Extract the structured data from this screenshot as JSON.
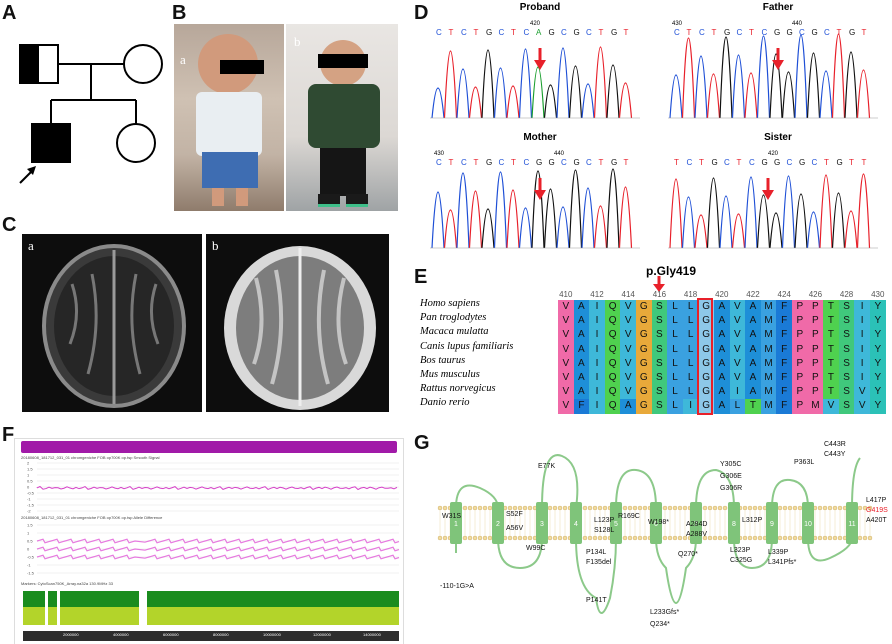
{
  "panel_labels": {
    "A": "A",
    "B": "B",
    "C": "C",
    "D": "D",
    "E": "E",
    "F": "F",
    "G": "G"
  },
  "panel_b": {
    "sub_a": "a",
    "sub_b": "b"
  },
  "panel_c": {
    "sub_a": "a",
    "sub_b": "b"
  },
  "panel_d": {
    "chromatograms": [
      {
        "title": "Proband",
        "seq": "CTCTGCTCAGCGCTGT",
        "pos": "420"
      },
      {
        "title": "Father",
        "seq": "CTCTGCTCGGCGCTGT",
        "pos1": "430",
        "pos2": "440"
      },
      {
        "title": "Mother",
        "seq": "CTCTGCTCGGCGCTGT",
        "pos1": "430",
        "pos2": "440"
      },
      {
        "title": "Sister",
        "seq": "TCTGCTCGGCGCTGTT",
        "pos": "420"
      }
    ]
  },
  "panel_e": {
    "mutation": "p.Gly419",
    "positions": [
      "410",
      "412",
      "414",
      "416",
      "418",
      "420",
      "422",
      "424",
      "426",
      "428",
      "430"
    ],
    "species": [
      "Homo sapiens",
      "Pan troglodytes",
      "Macaca mulatta",
      "Canis lupus familiaris",
      "Bos taurus",
      "Mus musculus",
      "Rattus norvegicus",
      "Danio rerio"
    ],
    "sequences": [
      "VAIQVGSLLGAVAMFPPTSIY",
      "VAIQVGSLLGAVAMFPPTSIY",
      "VAIQVGSLLGAVAMFPPTSIY",
      "VAIQVGSLLGAVAMFPPTSIY",
      "VAIQVGSLLGAVAMFPPTSIY",
      "VAIQVGSLLGAVAMFPPTSIY",
      "VAIQVGSLLGAIAMFPPTSVY",
      "VFIQAGSLIGALTMFPMVSVY"
    ]
  },
  "panel_f": {
    "track1_label": "20180608_181712_031_01 chromgeniche FOB op700K op.tsp Smooth Signal",
    "track2_label": "20180608_181712_031_01 chromgeniche FOB op700K op.tsp Allele Difference",
    "footer": "Markers: CytoScan750K_Array.na32a  130.9MHz 33",
    "y1": [
      "2",
      "1.5",
      "1",
      "0.5",
      "0",
      "-0.5",
      "-1",
      "-1.5",
      "-2"
    ],
    "y2": [
      "1.5",
      "1",
      "0.5",
      "0",
      "-0.5",
      "-1",
      "-1.5"
    ],
    "ruler": [
      "2000000",
      "4000000",
      "6000000",
      "8000000",
      "10000000",
      "12000000",
      "14000000"
    ]
  },
  "panel_g": {
    "tm_numbers": [
      "1",
      "2",
      "3",
      "4",
      "5",
      "6",
      "7",
      "8",
      "9",
      "10",
      "11"
    ],
    "variants": {
      "W31S": "W31S",
      "S52F": "S52F",
      "A56V": "A56V",
      "W99C": "W99C",
      "E77K": "E77K",
      "L123P": "L123P",
      "S128L": "S128L",
      "P134L": "P134L",
      "F135del": "F135del",
      "P141T": "P141T",
      "R169C": "R169C",
      "W198": "W198*",
      "L233Gfs": "L233Gfs*",
      "Q234": "Q234*",
      "A284D": "A284D",
      "A288V": "A288V",
      "Q270": "Q270*",
      "Y305C": "Y305C",
      "G306E": "G306E",
      "G306R": "G306R",
      "L312P": "L312P",
      "L323P": "L323P",
      "C325G": "C325G",
      "P363L": "P363L",
      "L339P": "L339P",
      "L341Pfs": "L341Pfs*",
      "C443R": "C443R",
      "C443Y": "C443Y",
      "L417P": "L417P",
      "G419S": "G419S",
      "A420T": "A420T",
      "splice": "-110-1G>A"
    },
    "highlight_color": "#e8202a",
    "loop_color": "#8cc98a",
    "tm_color": "#7fc47a"
  }
}
